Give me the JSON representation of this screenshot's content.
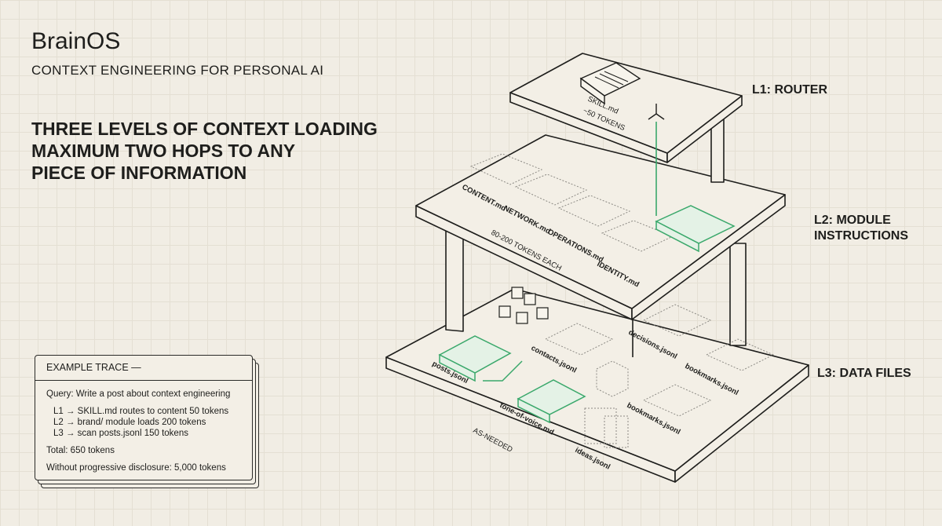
{
  "header": {
    "brand": "BrainOS",
    "subtitle": "CONTEXT ENGINEERING FOR PERSONAL AI"
  },
  "headline": [
    "THREE LEVELS OF CONTEXT LOADING",
    "MAXIMUM TWO HOPS TO ANY",
    "PIECE OF INFORMATION"
  ],
  "levels": {
    "l1": "L1: ROUTER",
    "l2_line1": "L2: MODULE",
    "l2_line2": "INSTRUCTIONS",
    "l3": "L3: DATA FILES"
  },
  "diagram": {
    "l1": {
      "file": "SKILL.md",
      "tokens": "~50 TOKENS"
    },
    "l2": {
      "files": [
        "CONTENT.md",
        "NETWORK.md",
        "OPERATIONS.md",
        "IDENTITY.md"
      ],
      "tokens": "80-200 TOKENS EACH"
    },
    "l3": {
      "files": [
        "posts.jsonl",
        "contacts.jsonl",
        "decisions.jsonl",
        "bookmarks.jsonl",
        "tone-of-voice.md",
        "bookmarks.jsonl",
        "ideas.jsonl"
      ],
      "tokens": "AS-NEEDED"
    },
    "accent_color": "#3aa86b"
  },
  "trace": {
    "title": "EXAMPLE TRACE —",
    "query": "Query: Write a post about context engineering",
    "steps": [
      "L1 → SKILL.md routes to content 50 tokens",
      "L2 → brand/ module loads 200 tokens",
      "L3 → scan posts.jsonl 150 tokens"
    ],
    "total": "Total: 650 tokens",
    "comparison": "Without progressive disclosure: 5,000 tokens"
  }
}
